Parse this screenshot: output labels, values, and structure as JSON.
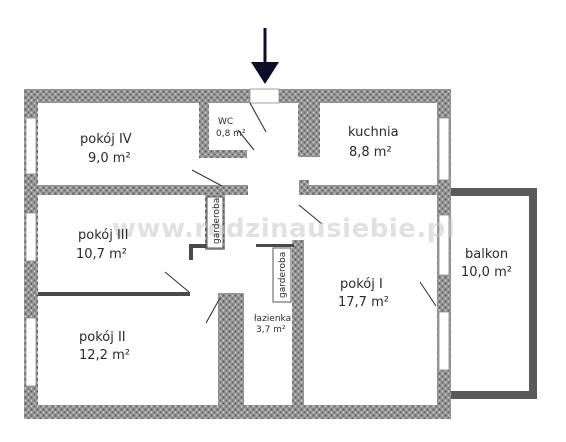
{
  "rooms": [
    {
      "id": "pokoj-iv",
      "name": "pokój IV",
      "area": "9,0 m²"
    },
    {
      "id": "kuchnia",
      "name": "kuchnia",
      "area": "8,8 m²"
    },
    {
      "id": "pokoj-iii",
      "name": "pokój III",
      "area": "10,7 m²"
    },
    {
      "id": "balkon",
      "name": "balkon",
      "area": "10,0 m²"
    },
    {
      "id": "pokoj-i",
      "name": "pokój I",
      "area": "17,7 m²"
    },
    {
      "id": "pokoj-ii",
      "name": "pokój II",
      "area": "12,2 m²"
    }
  ],
  "small_rooms": {
    "wc": {
      "name": "WC",
      "area": "0,8 m²"
    },
    "lazienka": {
      "name": "łazienka",
      "area": "3,7 m²"
    }
  },
  "wardrobe_label": "garderoba",
  "watermark": "www.rodzinausiebie.pl",
  "colors": {
    "wall_fill": "#8f8f8f",
    "wall_dark": "#4a4a4a",
    "balcony_wall": "#5a5a5a",
    "arrow": "#0d0d2a"
  }
}
